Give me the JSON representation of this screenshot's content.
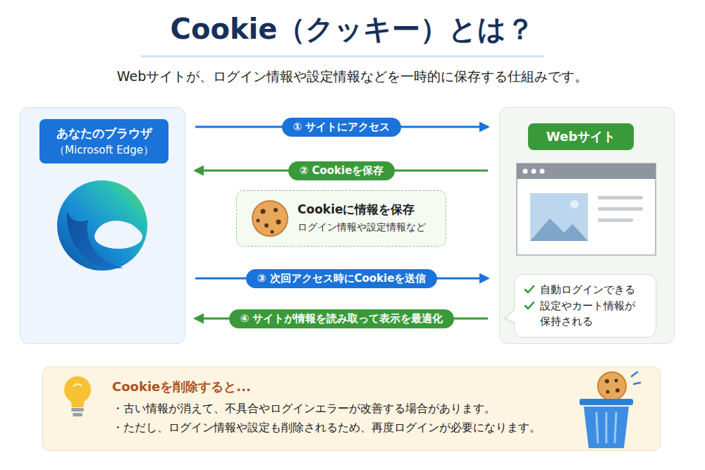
{
  "diagram": {
    "title": "Cookie（クッキー）とは？",
    "nodes": [
      {
        "text": [
          "あなたのブラウザ",
          "（Microsoft Edge）"
        ]
      },
      {
        "text": [
          "Webサイト"
        ]
      },
      {
        "text": [
          "自動ログインできる",
          "設定やカート情報が保持される"
        ],
        "in": 1
      },
      {
        "text": [
          "Cookieに情報を保存",
          "ログイン情報や設定情報など"
        ]
      },
      {
        "text": [
          "Cookieを削除すると...",
          "・古い情報が消えて、不具合やログインエラーが改善する場合があります。",
          "・ただし、ログイン情報や設定も削除されるため、再度ログインが必要になります。"
        ]
      }
    ],
    "edges": [
      {
        "from": 0,
        "to": 1,
        "arrow": "to",
        "label": "① サイトにアクセス"
      },
      {
        "from": 1,
        "to": 0,
        "arrow": "to",
        "label": "② Cookieを保存"
      },
      {
        "from": 0,
        "to": 1,
        "arrow": "to",
        "label": "③ 次回アクセス時にCookieを送信"
      },
      {
        "from": 1,
        "to": 0,
        "arrow": "to",
        "label": "④ サイトが情報を読み取って表示を最適化"
      }
    ],
    "labels": [
      "Webサイトが、ログイン情報や設定情報などを一時的に保存する仕組みです。"
    ]
  }
}
